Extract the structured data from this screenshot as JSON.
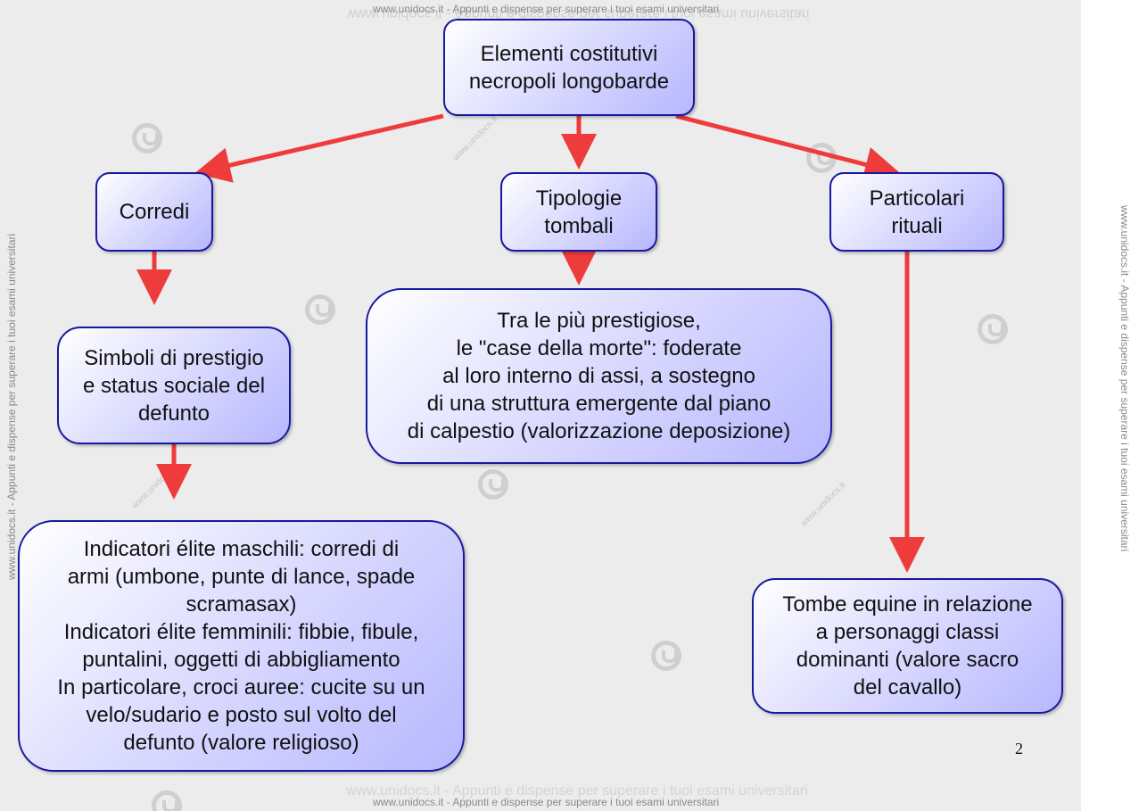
{
  "watermarks": {
    "top": "www.unidocs.it - Appunti e dispense per superare i tuoi esami universitari",
    "bottom": "www.unidocs.it - Appunti e dispense per superare i tuoi esami universitari",
    "left": "www.unidocs.it - Appunti e dispense per superare i tuoi esami universitari",
    "right": "www.unidocs.it - Appunti e dispense per superare i tuoi esami universitari",
    "diagonal": "www.unidocs.it"
  },
  "nodes": {
    "root": "Elementi costitutivi\nnecropoli longobarde",
    "corredi": "Corredi",
    "tipologie": "Tipologie\ntombali",
    "particolari": "Particolari\nrituali",
    "simboli": "Simboli di prestigio\ne status sociale del\ndefunto",
    "case_morte": "Tra le più prestigiose,\nle \"case della morte\": foderate\nal loro interno di assi, a sostegno\ndi una struttura emergente dal piano\ndi calpestio (valorizzazione deposizione)",
    "indicatori": "Indicatori élite maschili: corredi di\narmi (umbone, punte di lance, spade\nscramasax)\nIndicatori élite femminili: fibbie, fibule,\npuntalini, oggetti di abbigliamento\nIn particolare, croci auree: cucite su un\nvelo/sudario e posto sul volto del\ndefunto (valore religioso)",
    "tombe_equine": "Tombe equine in relazione\na personaggi classi\ndominanti (valore sacro\ndel cavallo)"
  },
  "page_number": "2",
  "colors": {
    "arrow": "#ee3b3b",
    "node_border": "#1818a0",
    "node_fill": "#c4c4ff",
    "page_bg": "#ececec"
  }
}
